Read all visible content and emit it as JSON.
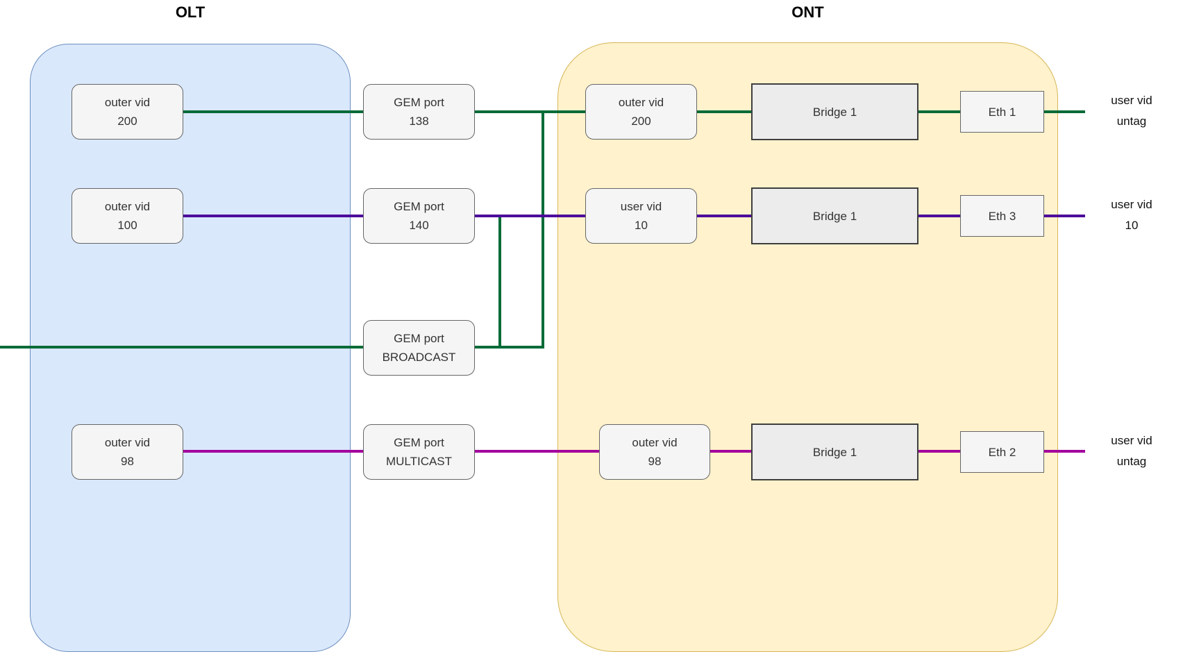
{
  "titles": {
    "olt": "OLT",
    "ont": "ONT"
  },
  "colors": {
    "green": "#056b38",
    "purple": "#4d0c9b",
    "magenta": "#a3009e",
    "olt_fill": "#dae8fc",
    "olt_border": "#6c8ebf",
    "ont_fill": "#fff2cc",
    "ont_border": "#d6b656"
  },
  "rows": [
    {
      "olt": {
        "l1": "outer vid",
        "l2": "200"
      },
      "gem": {
        "l1": "GEM port",
        "l2": "138"
      },
      "ont": {
        "l1": "outer vid",
        "l2": "200"
      },
      "bridge": "Bridge 1",
      "eth": "Eth 1",
      "out_label": {
        "l1": "user vid",
        "l2": "untag"
      }
    },
    {
      "olt": {
        "l1": "outer vid",
        "l2": "100"
      },
      "gem": {
        "l1": "GEM port",
        "l2": "140"
      },
      "ont": {
        "l1": "user vid",
        "l2": "10"
      },
      "bridge": "Bridge 1",
      "eth": "Eth 3",
      "out_label": {
        "l1": "user vid",
        "l2": "10"
      }
    },
    {
      "gem": {
        "l1": "GEM port",
        "l2": "BROADCAST"
      }
    },
    {
      "olt": {
        "l1": "outer vid",
        "l2": "98"
      },
      "gem": {
        "l1": "GEM port",
        "l2": "MULTICAST"
      },
      "ont": {
        "l1": "outer vid",
        "l2": "98"
      },
      "bridge": "Bridge 1",
      "eth": "Eth 2",
      "out_label": {
        "l1": "user vid",
        "l2": "untag"
      }
    }
  ]
}
